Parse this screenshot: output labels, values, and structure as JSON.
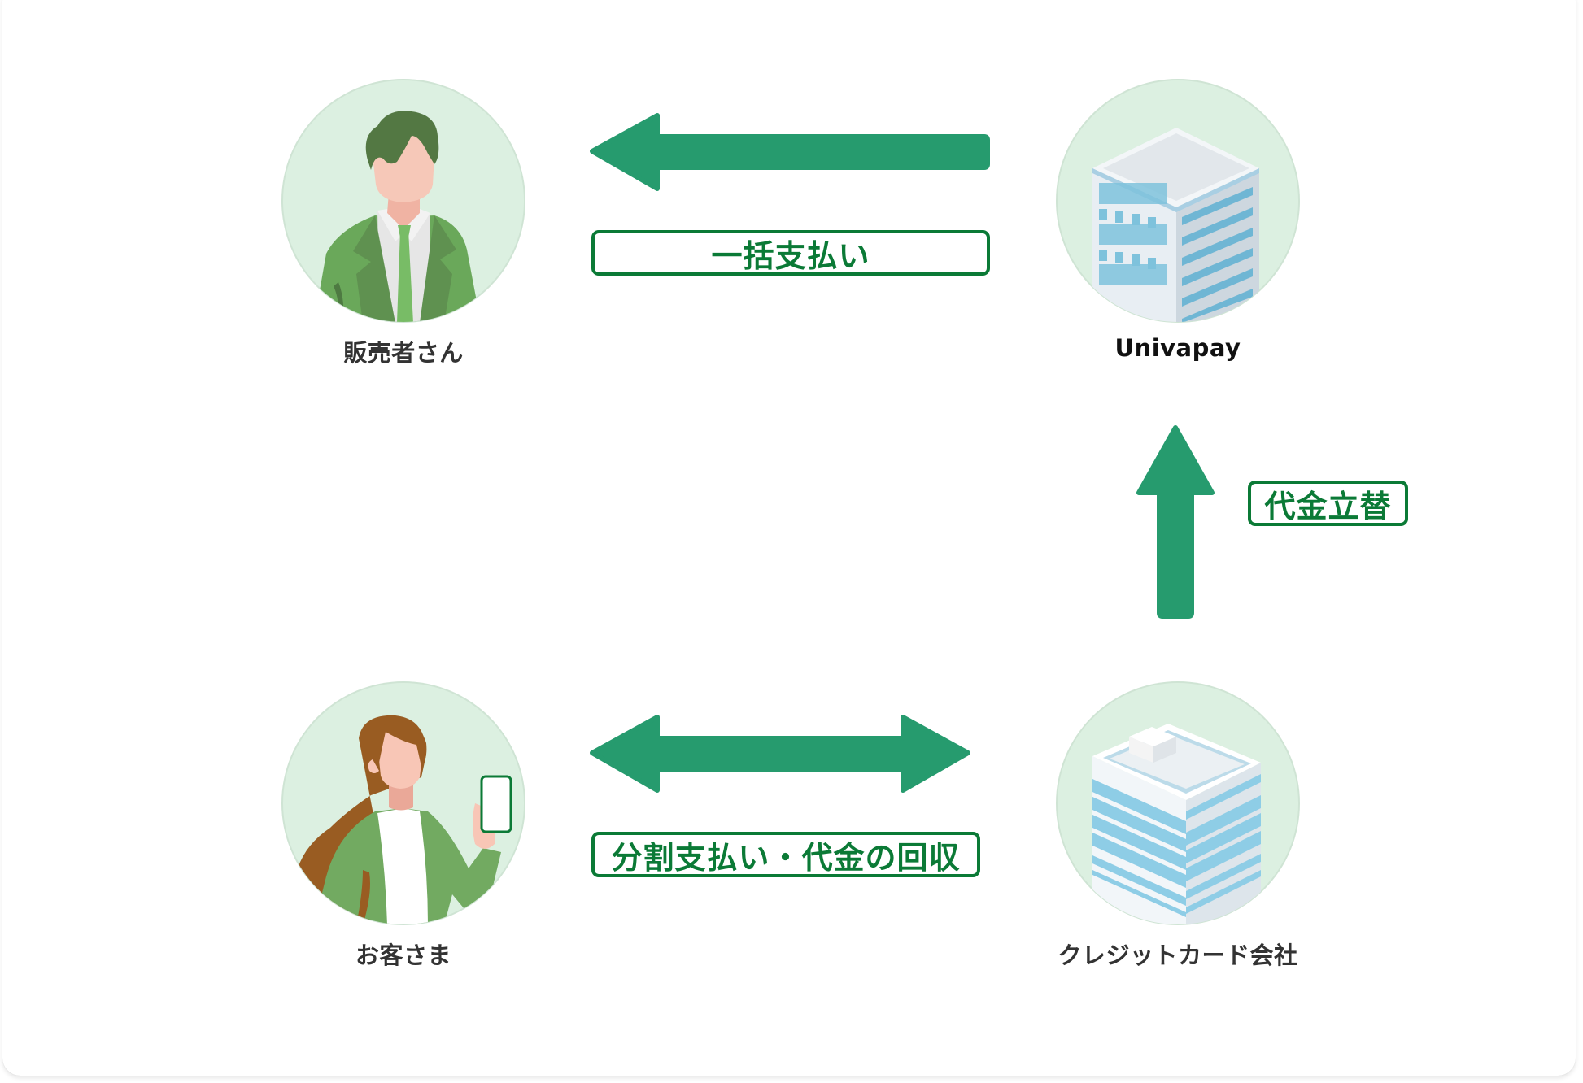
{
  "diagram": {
    "title": "",
    "colors": {
      "arrow": "#269b6e",
      "label_border": "#0b7a36",
      "label_text": "#0b7a36",
      "circle_bg": "#dcf0e1",
      "node_text": "#333333"
    },
    "nodes": [
      {
        "id": "seller",
        "label": "販売者さん",
        "icon": "businessman-icon"
      },
      {
        "id": "univapay",
        "label": "Univapay",
        "icon": "office-building-icon"
      },
      {
        "id": "customer",
        "label": "お客さま",
        "icon": "woman-with-smartphone-icon"
      },
      {
        "id": "card_company",
        "label": "クレジットカード会社",
        "icon": "office-tower-icon"
      }
    ],
    "flows": [
      {
        "from": "univapay",
        "to": "seller",
        "direction": "left",
        "label": "一括支払い"
      },
      {
        "from": "card_company",
        "to": "univapay",
        "direction": "up",
        "label": "代金立替"
      },
      {
        "from": "customer",
        "to": "card_company",
        "direction": "both",
        "label": "分割支払い・代金の回収"
      }
    ]
  }
}
